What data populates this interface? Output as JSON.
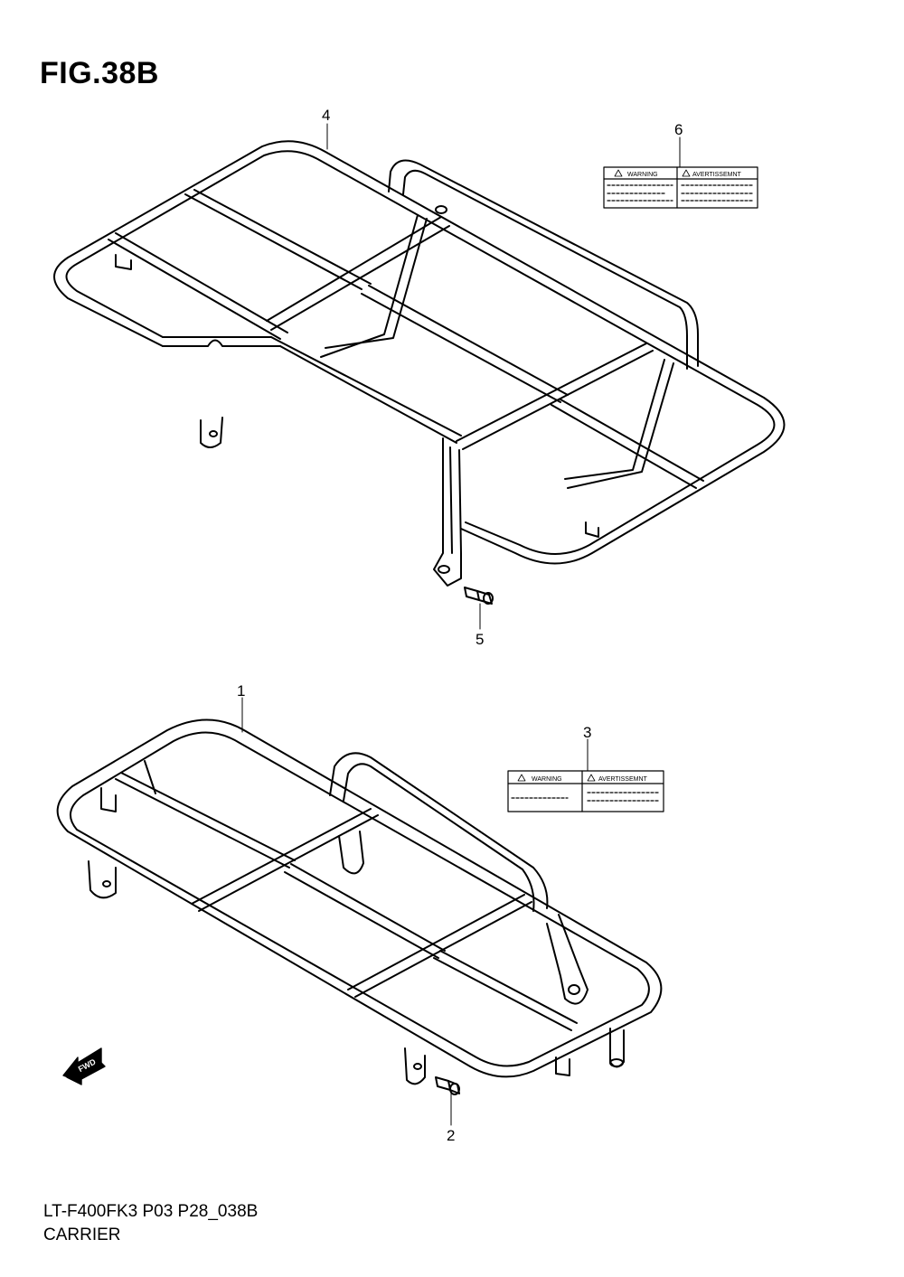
{
  "title": "FIG.38B",
  "footer": {
    "code": "LT-F400FK3 P03 P28_038B",
    "name": "CARRIER"
  },
  "callouts": {
    "c1": "1",
    "c2": "2",
    "c3": "3",
    "c4": "4",
    "c5": "5",
    "c6": "6"
  },
  "labels": {
    "warning": "WARNING",
    "avertissement": "AVERTISSEMNT",
    "warning_symbol": "!"
  },
  "arrow": {
    "text": "FWD"
  }
}
